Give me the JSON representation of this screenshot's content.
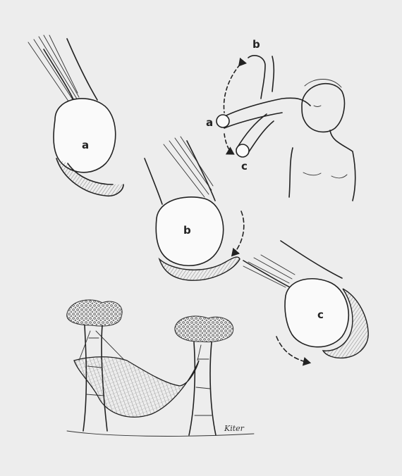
{
  "labels": {
    "joint_a": "a",
    "joint_b": "b",
    "joint_c": "c",
    "arm_a": "a",
    "arm_b": "b",
    "arm_c": "c"
  },
  "signature": "Kiter",
  "colors": {
    "background": "#ededed",
    "ink": "#222222"
  }
}
